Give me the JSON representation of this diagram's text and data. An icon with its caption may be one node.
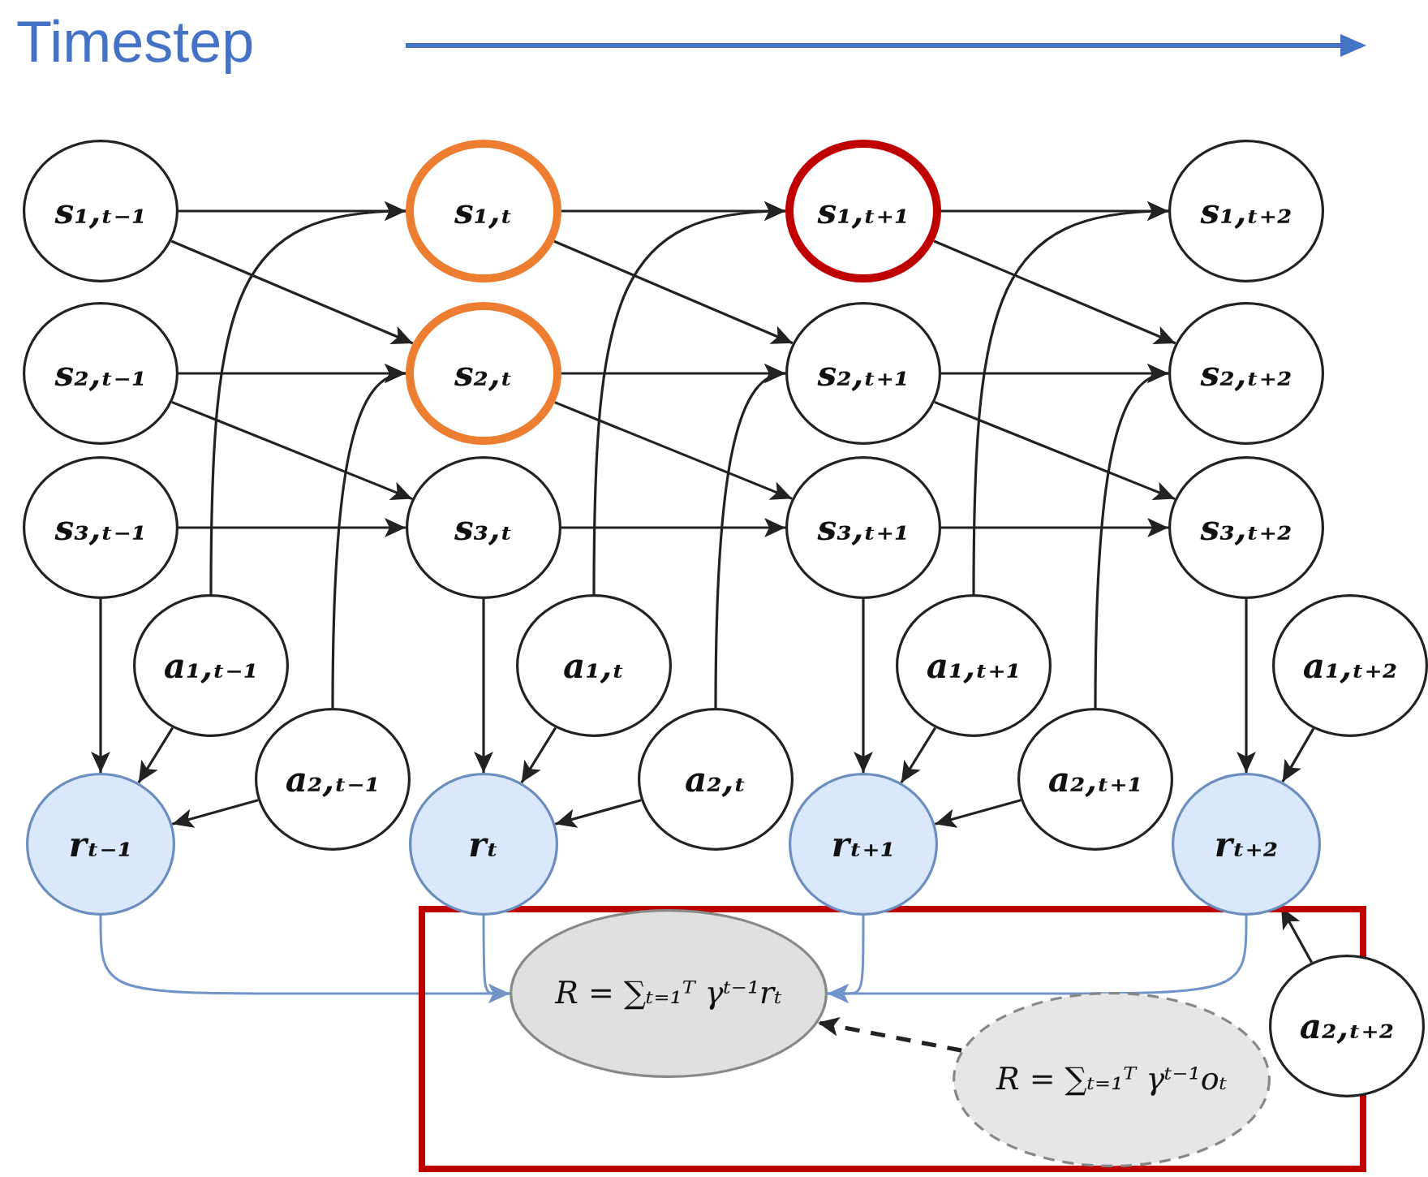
{
  "diagram": {
    "title": "Timestep",
    "nodes": [
      {
        "text": [
          "s₁,ₜ₋₁"
        ]
      },
      {
        "text": [
          "s₁,ₜ"
        ]
      },
      {
        "text": [
          "s₁,ₜ₊₁"
        ]
      },
      {
        "text": [
          "s₁,ₜ₊₂"
        ]
      },
      {
        "text": [
          "s₂,ₜ₋₁"
        ]
      },
      {
        "text": [
          "s₂,ₜ"
        ]
      },
      {
        "text": [
          "s₂,ₜ₊₁"
        ]
      },
      {
        "text": [
          "s₂,ₜ₊₂"
        ]
      },
      {
        "text": [
          "s₃,ₜ₋₁"
        ]
      },
      {
        "text": [
          "s₃,ₜ"
        ]
      },
      {
        "text": [
          "s₃,ₜ₊₁"
        ]
      },
      {
        "text": [
          "s₃,ₜ₊₂"
        ]
      },
      {
        "text": [
          "a₁,ₜ₋₁"
        ]
      },
      {
        "text": [
          "a₁,ₜ"
        ]
      },
      {
        "text": [
          "a₁,ₜ₊₁"
        ]
      },
      {
        "text": [
          "a₁,ₜ₊₂"
        ]
      },
      {
        "text": [
          "a₂,ₜ₋₁"
        ]
      },
      {
        "text": [
          "a₂,ₜ"
        ]
      },
      {
        "text": [
          "a₂,ₜ₊₁"
        ]
      },
      {
        "text": [
          "a₂,ₜ₊₂"
        ]
      },
      {
        "text": [
          "rₜ₋₁"
        ]
      },
      {
        "text": [
          "rₜ"
        ]
      },
      {
        "text": [
          "rₜ₊₁"
        ]
      },
      {
        "text": [
          "rₜ₊₂"
        ]
      },
      {
        "text": [],
        "shape": "box"
      },
      {
        "text": [
          "R = ∑ₜ₌₁ᵀ γᵗ⁻¹rₜ"
        ],
        "in": 24
      },
      {
        "text": [
          "R = ∑ₜ₌₁ᵀ γᵗ⁻¹oₜ"
        ],
        "in": 24
      }
    ],
    "edges": [
      {
        "from": 0,
        "to": 1,
        "arrow": "to"
      },
      {
        "from": 0,
        "to": 5,
        "arrow": "to"
      },
      {
        "from": 4,
        "to": 5,
        "arrow": "to"
      },
      {
        "from": 4,
        "to": 9,
        "arrow": "to"
      },
      {
        "from": 8,
        "to": 9,
        "arrow": "to"
      },
      {
        "from": 12,
        "to": 1,
        "arrow": "to"
      },
      {
        "from": 16,
        "to": 5,
        "arrow": "to"
      },
      {
        "from": 1,
        "to": 2,
        "arrow": "to"
      },
      {
        "from": 1,
        "to": 6,
        "arrow": "to"
      },
      {
        "from": 5,
        "to": 6,
        "arrow": "to"
      },
      {
        "from": 5,
        "to": 10,
        "arrow": "to"
      },
      {
        "from": 9,
        "to": 10,
        "arrow": "to"
      },
      {
        "from": 13,
        "to": 2,
        "arrow": "to"
      },
      {
        "from": 17,
        "to": 6,
        "arrow": "to"
      },
      {
        "from": 2,
        "to": 3,
        "arrow": "to"
      },
      {
        "from": 2,
        "to": 7,
        "arrow": "to"
      },
      {
        "from": 6,
        "to": 7,
        "arrow": "to"
      },
      {
        "from": 6,
        "to": 11,
        "arrow": "to"
      },
      {
        "from": 10,
        "to": 11,
        "arrow": "to"
      },
      {
        "from": 14,
        "to": 3,
        "arrow": "to"
      },
      {
        "from": 18,
        "to": 7,
        "arrow": "to"
      },
      {
        "from": 8,
        "to": 20,
        "arrow": "to"
      },
      {
        "from": 12,
        "to": 20,
        "arrow": "to"
      },
      {
        "from": 16,
        "to": 20,
        "arrow": "to"
      },
      {
        "from": 9,
        "to": 21,
        "arrow": "to"
      },
      {
        "from": 13,
        "to": 21,
        "arrow": "to"
      },
      {
        "from": 17,
        "to": 21,
        "arrow": "to"
      },
      {
        "from": 10,
        "to": 22,
        "arrow": "to"
      },
      {
        "from": 14,
        "to": 22,
        "arrow": "to"
      },
      {
        "from": 18,
        "to": 22,
        "arrow": "to"
      },
      {
        "from": 11,
        "to": 23,
        "arrow": "to"
      },
      {
        "from": 15,
        "to": 23,
        "arrow": "to"
      },
      {
        "from": 19,
        "to": 23,
        "arrow": "to"
      },
      {
        "from": 20,
        "to": 25,
        "arrow": "to",
        "color": "#7094c8"
      },
      {
        "from": 21,
        "to": 25,
        "arrow": "to",
        "color": "#7094c8"
      },
      {
        "from": 22,
        "to": 25,
        "arrow": "to",
        "color": "#7094c8"
      },
      {
        "from": 23,
        "to": 25,
        "arrow": "to",
        "color": "#7094c8"
      },
      {
        "from": 26,
        "to": 25,
        "arrow": "to",
        "style": "dashed"
      }
    ]
  }
}
